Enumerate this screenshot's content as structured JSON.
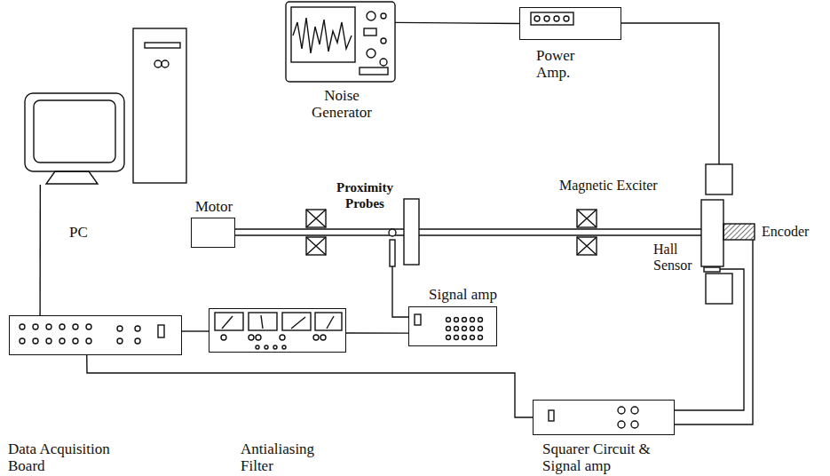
{
  "diagram": {
    "nodes": [
      {
        "text": [
          "Noise Generator"
        ]
      },
      {
        "text": [
          "Power Amp."
        ]
      },
      {
        "text": [
          "Motor"
        ]
      },
      {
        "text": [
          "PC"
        ]
      },
      {
        "text": [
          "Signal amp"
        ]
      },
      {
        "text": [
          "Data Acquisition Board"
        ]
      },
      {
        "text": [
          "Antialiasing Filter"
        ]
      },
      {
        "text": [
          "Squarer Circuit & Signal amp"
        ]
      }
    ],
    "edges": [
      {
        "from": 0,
        "to": 1,
        "arrow": "none"
      },
      {
        "from": 3,
        "to": 5,
        "arrow": "none"
      },
      {
        "from": 5,
        "to": 6,
        "arrow": "none"
      },
      {
        "from": 6,
        "to": 4,
        "arrow": "none"
      },
      {
        "from": 5,
        "to": 7,
        "arrow": "none"
      }
    ],
    "labels": [
      "Proximity Probes",
      "Magnetic Exciter",
      "Hall Sensor",
      "Encoder"
    ]
  }
}
